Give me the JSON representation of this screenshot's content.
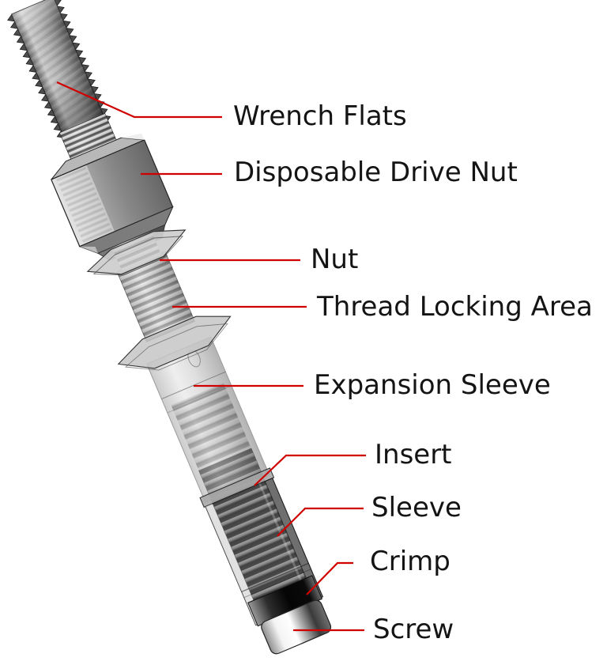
{
  "figure": {
    "type": "labeled-diagram",
    "leader_color": "#d10000",
    "label_color": "#141414",
    "labels": [
      {
        "id": "wrench-flats",
        "text": "Wrench Flats"
      },
      {
        "id": "disposable-drive-nut",
        "text": "Disposable Drive Nut"
      },
      {
        "id": "nut",
        "text": "Nut"
      },
      {
        "id": "thread-locking-area",
        "text": "Thread Locking Area"
      },
      {
        "id": "expansion-sleeve",
        "text": "Expansion Sleeve"
      },
      {
        "id": "insert",
        "text": "Insert"
      },
      {
        "id": "sleeve",
        "text": "Sleeve"
      },
      {
        "id": "crimp",
        "text": "Crimp"
      },
      {
        "id": "screw",
        "text": "Screw"
      }
    ]
  }
}
